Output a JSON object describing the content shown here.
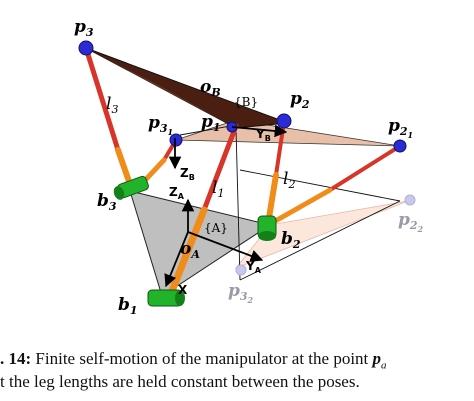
{
  "figure": {
    "labels": {
      "p3": "p",
      "p3_sub": "3",
      "p2": "p",
      "p2_sub": "2",
      "p1": "p",
      "p1_sub": "1",
      "p31": "p",
      "p31_sub": "3",
      "p31_subsub": "1",
      "p21": "p",
      "p21_sub": "2",
      "p21_subsub": "1",
      "p22": "p",
      "p22_sub": "2",
      "p22_subsub": "2",
      "p32": "p",
      "p32_sub": "3",
      "p32_subsub": "2",
      "oB": "o",
      "oB_sub": "B",
      "frameB": "{B}",
      "yB": "Y",
      "yB_sub": "B",
      "zB": "Z",
      "zB_sub": "B",
      "l3": "l",
      "l3_sub": "3",
      "l1": "l",
      "l1_sub": "1",
      "l2": "l",
      "l2_sub": "2",
      "zA": "Z",
      "zA_sub": "A",
      "frameA": "{A}",
      "oA": "o",
      "oA_sub": "A",
      "yA": "Y",
      "yA_sub": "A",
      "xA": "X",
      "b3": "b",
      "b3_sub": "3",
      "b2": "b",
      "b2_sub": "2",
      "b1": "b",
      "b1_sub": "1"
    },
    "colors": {
      "leg": "#d8352a",
      "actuator": "#f08c1a",
      "joint": "#22b32a",
      "node": "#2b2bd6",
      "node_faded": "#c8c8ee",
      "platform_dark": "#4a1f12",
      "platform_light": "#d8a58a",
      "base": "#9a9a9a"
    }
  },
  "caption": {
    "line1_prefix": ". 14:",
    "line1_text": " Finite self-motion of the manipulator at the point ",
    "line1_math": "p",
    "line1_math_sub": "a",
    "line2_text": "t the leg lengths are held constant between the poses."
  }
}
